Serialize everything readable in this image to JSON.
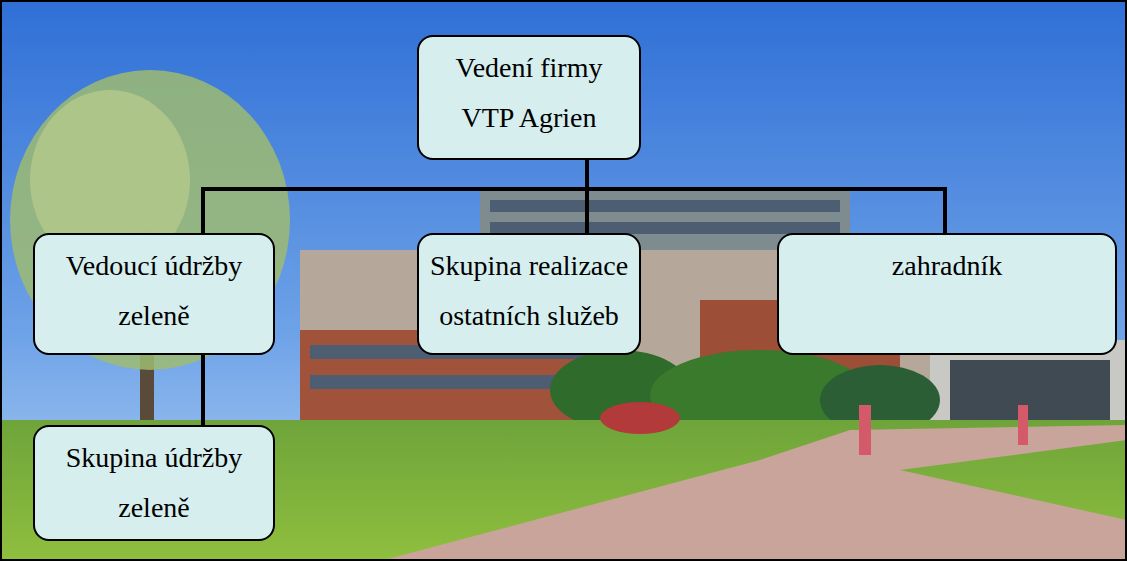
{
  "diagram": {
    "nodes": [
      {
        "text": [
          "Vedení firmy VTP Agrien"
        ]
      },
      {
        "text": [
          "Vedoucí údržby zeleně"
        ]
      },
      {
        "text": [
          "Skupina realizace ostatních služeb"
        ]
      },
      {
        "text": [
          "zahradník"
        ]
      },
      {
        "text": [
          "Skupina údržby zeleně"
        ]
      }
    ],
    "edges": [
      {
        "from": 0,
        "to": 1,
        "arrow": "none"
      },
      {
        "from": 0,
        "to": 2,
        "arrow": "none"
      },
      {
        "from": 0,
        "to": 3,
        "arrow": "none"
      },
      {
        "from": 1,
        "to": 4,
        "arrow": "none"
      }
    ]
  }
}
